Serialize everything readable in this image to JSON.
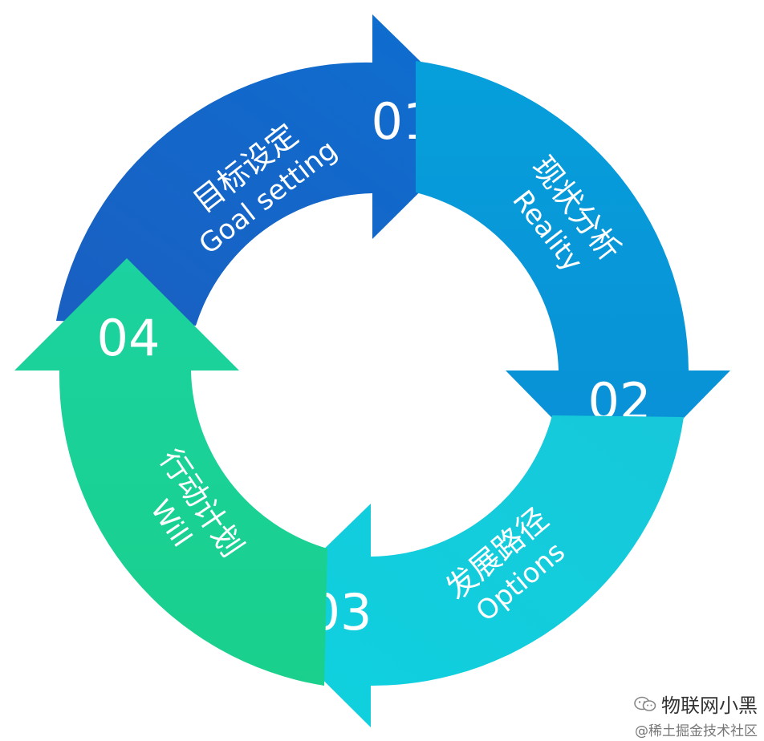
{
  "steps": [
    {
      "number": "01",
      "title_zh": "目标设定",
      "title_en": "Goal setting",
      "color": "#1368C8"
    },
    {
      "number": "02",
      "title_zh": "现状分析",
      "title_en": "Reality",
      "color": "#0A98D8"
    },
    {
      "number": "03",
      "title_zh": "发展路径",
      "title_en": "Options",
      "color": "#14C9D8"
    },
    {
      "number": "04",
      "title_zh": "行动计划",
      "title_en": "Will",
      "color": "#1AD296"
    }
  ],
  "watermark": {
    "line1": "物联网小黑",
    "line2": "@稀土掘金技术社区",
    "icon": "wechat-icon"
  }
}
